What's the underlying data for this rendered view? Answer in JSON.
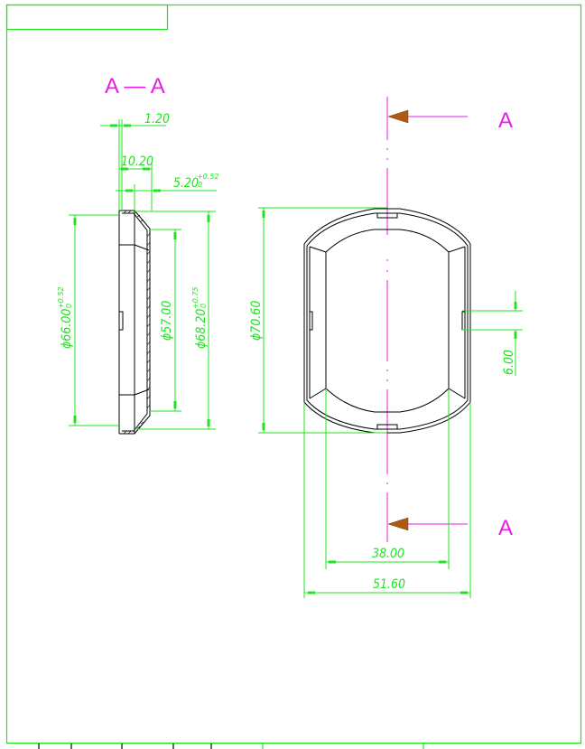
{
  "colors": {
    "frame": "#1ee51e",
    "dimension": "#1ee51e",
    "object": "#000000",
    "centerline": "#e61ee6",
    "section_arrow": "#b05a10"
  },
  "section_view": {
    "title": "A — A",
    "dimensions": {
      "wall_thickness": "1.20",
      "depth": "10.20",
      "flange_depth": {
        "value": "5.20",
        "tol_upper": "+0.52",
        "tol_lower": "0"
      },
      "outer_dia_66": {
        "value": "ϕ66.00",
        "tol_upper": "+0.52",
        "tol_lower": "0"
      },
      "inner_dia_57": {
        "value": "ϕ57.00"
      },
      "outer_dia_68": {
        "value": "ϕ68.20",
        "tol_upper": "+0.75",
        "tol_lower": "0"
      }
    }
  },
  "front_view": {
    "section_markers": [
      {
        "label": "A",
        "position": "top"
      },
      {
        "label": "A",
        "position": "bottom"
      }
    ],
    "dimensions": {
      "height": "ϕ70.60",
      "notch_width": "6.00",
      "inner_width": "38.00",
      "outer_width": "51.60"
    }
  },
  "title_block": {
    "top_left_box": ""
  }
}
